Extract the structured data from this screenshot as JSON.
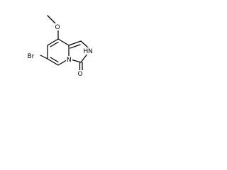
{
  "molecule": {
    "labels": {
      "br": "Br",
      "methoxy_o": "O",
      "nh_n": "N",
      "nh_h": "H",
      "ring_n": "N",
      "carbonyl_o": "O"
    }
  }
}
